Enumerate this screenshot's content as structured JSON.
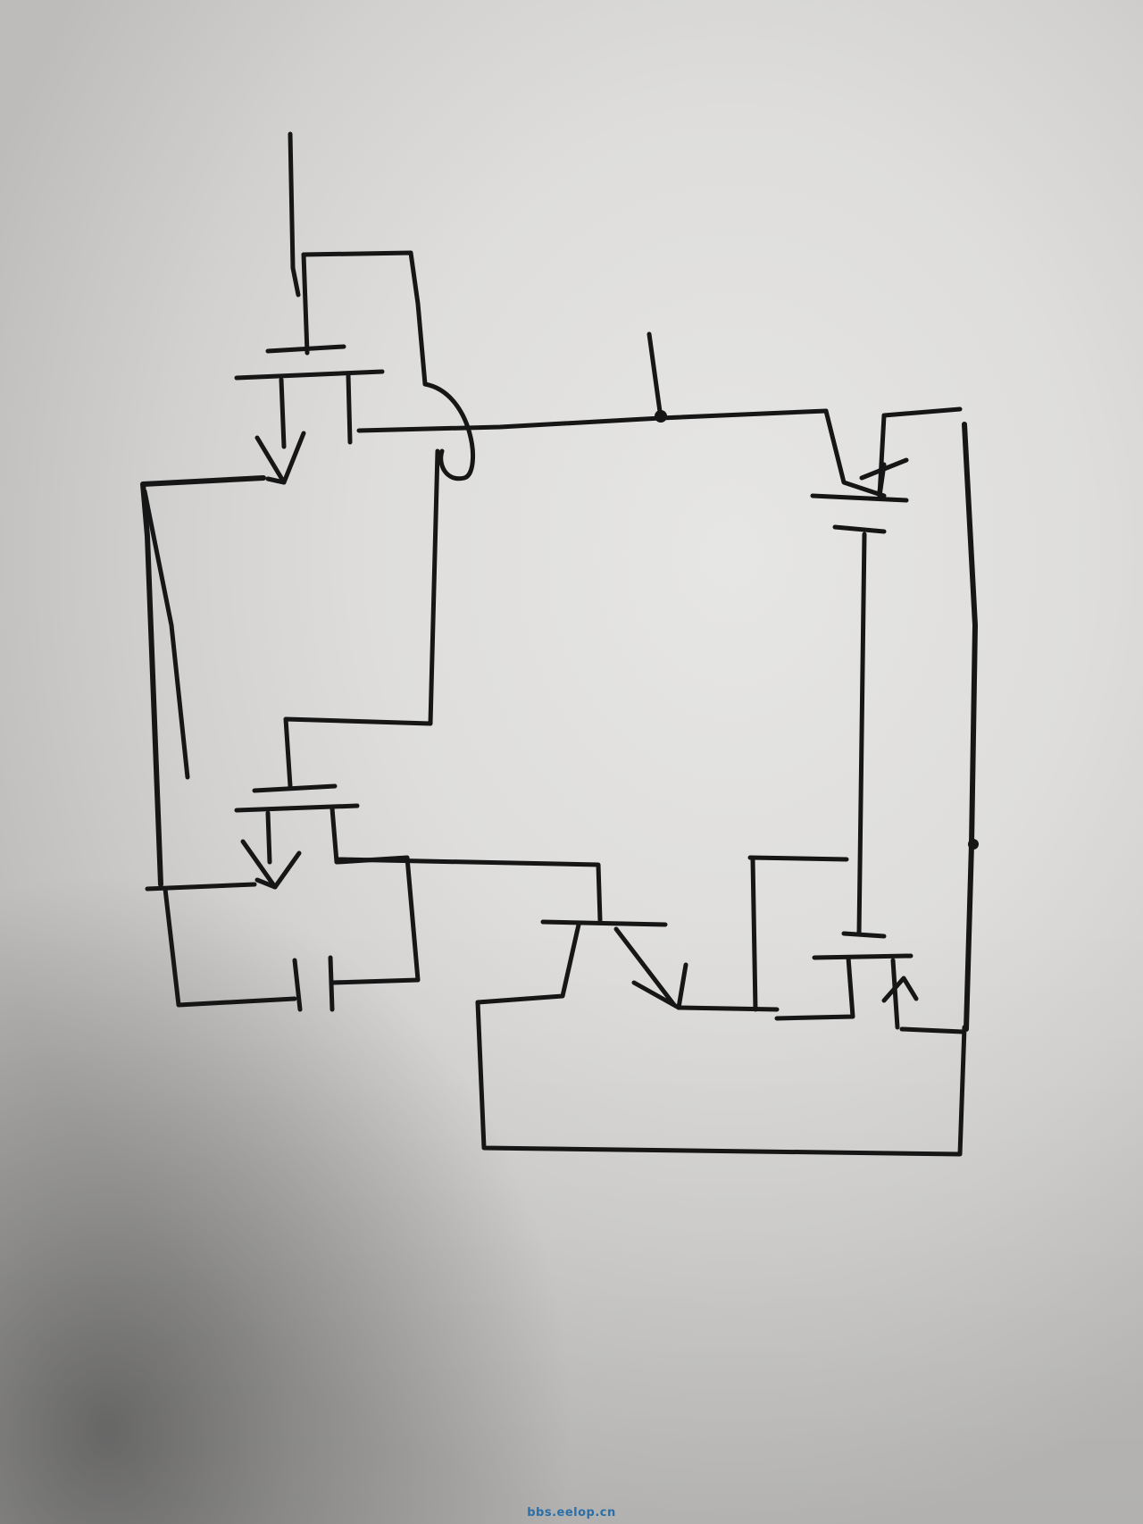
{
  "watermark": {
    "text": "bbs.eelop.cn",
    "color": "#2a6fa8"
  },
  "diagram": {
    "kind": "hand-drawn transistor circuit sketch",
    "ink_color": "#161616",
    "paper_color": "#dedddb",
    "components": [
      {
        "name": "transistor-top-left",
        "type": "transistor",
        "emitter_arrow": "down"
      },
      {
        "name": "transistor-mid-left",
        "type": "transistor",
        "emitter_arrow": "down"
      },
      {
        "name": "transistor-top-right",
        "type": "transistor",
        "emitter_arrow": "up-left"
      },
      {
        "name": "transistor-bottom-center",
        "type": "transistor",
        "emitter_arrow": "down-right"
      },
      {
        "name": "transistor-bottom-right",
        "type": "transistor",
        "emitter_arrow": "up"
      },
      {
        "name": "capacitor-bottom-left",
        "type": "capacitor"
      }
    ]
  }
}
